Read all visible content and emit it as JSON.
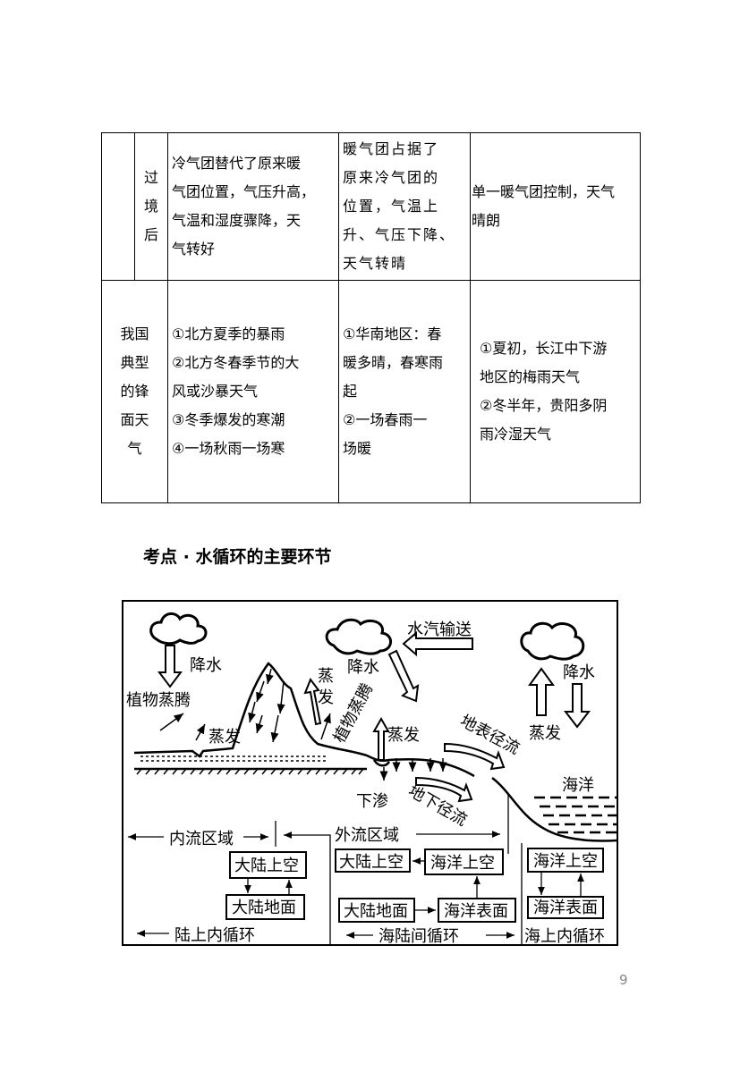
{
  "table": {
    "row1": {
      "label_chars": [
        "过",
        "境",
        "后"
      ],
      "cold_front": [
        "冷气团替代了原来暖",
        "气团位置，气压升高，",
        "气温和湿度骤降，天",
        "气转好"
      ],
      "warm_front": [
        "暖气团占据了",
        "原来冷气团的",
        "位置，气温上",
        "升、气压下降、",
        "天气转晴"
      ],
      "stationary": [
        "单一暖气团控制，天气",
        "晴朗"
      ]
    },
    "row2": {
      "label_lines": [
        "我国",
        "典型",
        "的锋",
        "面天",
        "气"
      ],
      "cold_front": [
        "①北方夏季的暴雨",
        "②北方冬春季节的大",
        "风或沙暴天气",
        "③冬季爆发的寒潮",
        "④一场秋雨一场寒"
      ],
      "warm_front": [
        "①华南地区：春",
        "暖多晴，春寒雨",
        "起",
        "②一场春雨一",
        "场暖"
      ],
      "stationary": [
        "①夏初，长江中下游",
        "地区的梅雨天气",
        "②冬半年，贵阳多阴",
        "雨冷湿天气"
      ]
    }
  },
  "section_title": "考点 · 水循环的主要环节",
  "diagram": {
    "labels": {
      "precip_left": "降水",
      "transpiration_left": "植物蒸腾",
      "evap_left": "蒸发",
      "evap_mountain_1": "蒸",
      "evap_mountain_2": "发",
      "precip_center": "降水",
      "transpiration_center": "植物蒸腾",
      "vapor_transport": "水汽输送",
      "evap_center": "蒸发",
      "surface_runoff": "地表径流",
      "evap_ocean": "蒸发",
      "precip_ocean": "降水",
      "ocean": "海洋",
      "infiltration": "下渗",
      "groundwater_runoff": "地下径流",
      "inland_region": "内流区域",
      "outflow_region": "外流区域"
    },
    "boxes": {
      "inland_sky": "大陆上空",
      "inland_ground": "大陆地面",
      "mid_land_sky": "大陆上空",
      "mid_ocean_sky": "海洋上空",
      "mid_land_ground": "大陆地面",
      "mid_ocean_surface": "海洋表面",
      "sea_sky": "海洋上空",
      "sea_surface": "海洋表面"
    },
    "cycles": {
      "land": "陆上内循环",
      "sea_land": "海陆间循环",
      "sea": "海上内循环"
    }
  },
  "page_number": "9"
}
